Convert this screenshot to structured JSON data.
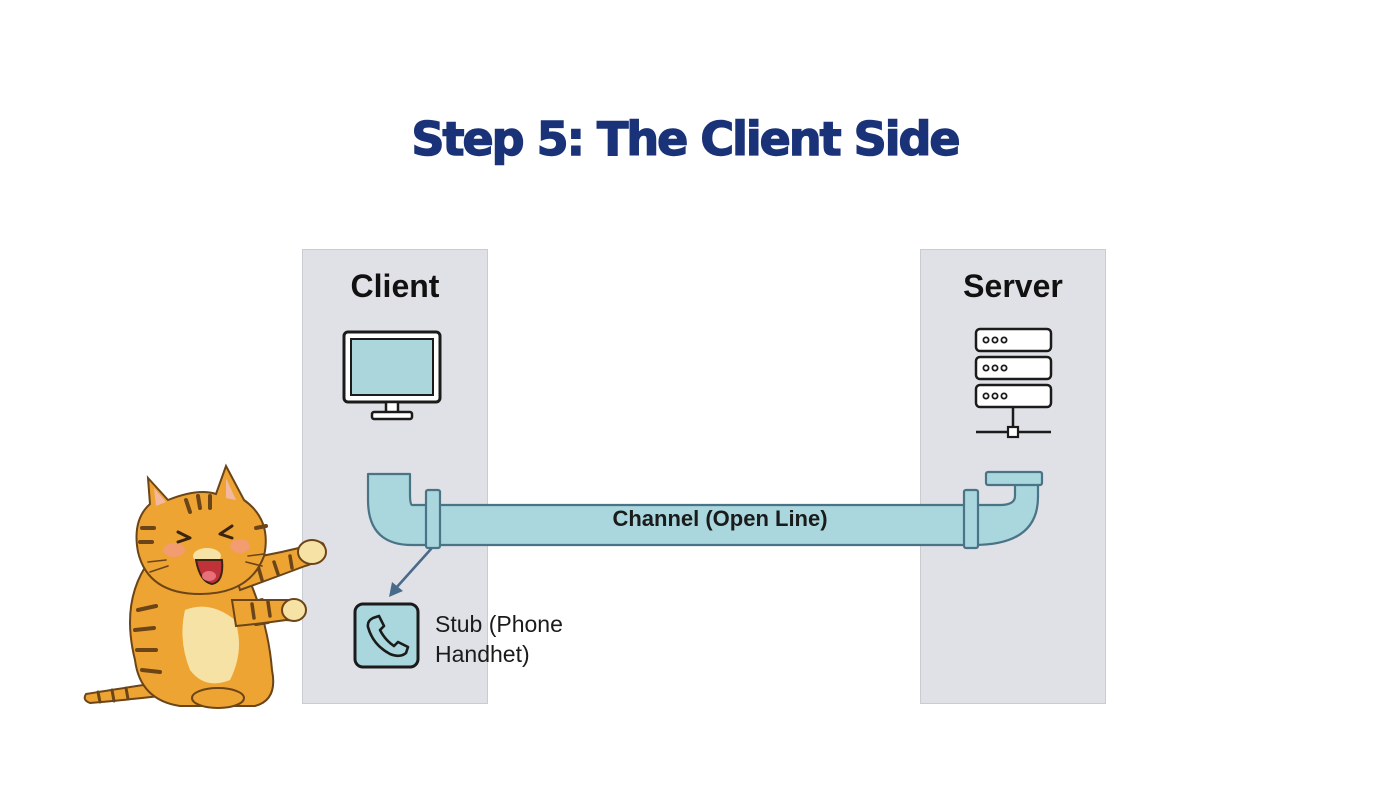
{
  "title": "Step 5: The Client Side",
  "client": {
    "label": "Client",
    "stub_label": "Stub (Phone Handhet)"
  },
  "server": {
    "label": "Server"
  },
  "channel": {
    "label": "Channel (Open Line)"
  },
  "icons": [
    "monitor-icon",
    "server-rack-icon",
    "phone-icon",
    "cat-mascot-illustration"
  ],
  "colors": {
    "title": "#1a3278",
    "panel": "#dfe1e6",
    "pipe_fill": "#a9d7dd",
    "pipe_stroke": "#4b7386",
    "arrow": "#4a6a8a",
    "cat_orange": "#eea433",
    "cat_stripe": "#6b4418"
  }
}
